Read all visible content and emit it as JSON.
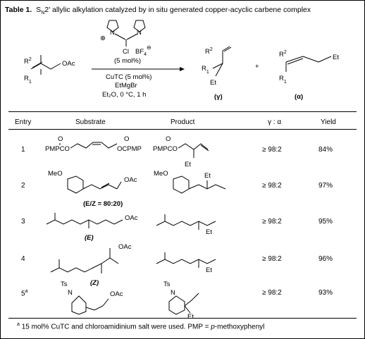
{
  "title": {
    "label": "Table 1",
    "text": "S",
    "sub": "N",
    "rest": "2' allylic alkylation catalyzed by in situ generated copper-acyclic carbene complex"
  },
  "scheme": {
    "reagent_mol": "(5 mol%)",
    "reagent_cl": "Cl",
    "reagent_bf4": "BF",
    "cond1": "CuTC (5 mol%)",
    "cond2": "EtMgBr",
    "cond3": "Et₂O, 0 °C, 1 h",
    "substrate_r2": "R",
    "substrate_r1": "R",
    "substrate_oac": "OAc",
    "gamma_label": "(γ)",
    "alpha_label": "(α)",
    "plus": "+",
    "et": "Et",
    "r2": "R",
    "r1": "R"
  },
  "table": {
    "headers": {
      "entry": "Entry",
      "substrate": "Substrate",
      "product": "Product",
      "ratio": "γ : α",
      "yield": "Yield"
    },
    "rows": [
      {
        "entry": "1",
        "ratio": "≥ 98:2",
        "yield": "84%",
        "sub_left": "PMPCO",
        "sub_right": "OCPMP",
        "prod": "PMPCO",
        "prod_et": "Et"
      },
      {
        "entry": "2",
        "ratio": "≥ 98:2",
        "yield": "97%",
        "sub_meo": "MeO",
        "sub_oac": "OAc",
        "sub_ez": "(E/Z = 80:20)",
        "prod_meo": "MeO",
        "prod_et": "Et"
      },
      {
        "entry": "3",
        "ratio": "≥ 98:2",
        "yield": "95%",
        "sub_oac": "OAc",
        "sub_tag": "(E)",
        "prod_et": "Et"
      },
      {
        "entry": "4",
        "ratio": "≥ 98:2",
        "yield": "96%",
        "sub_oac": "OAc",
        "sub_tag": "(Z)",
        "prod_et": "Et"
      },
      {
        "entry": "5",
        "entry_sup": "a",
        "ratio": "≥ 98:2",
        "yield": "93%",
        "sub_ts": "Ts",
        "sub_n": "N",
        "sub_oac": "OAc",
        "prod_ts": "Ts",
        "prod_n": "N",
        "prod_et": "Et"
      }
    ]
  },
  "footnote": {
    "sup": "a",
    "text": "15 mol% CuTC and chloroamidinium salt were used. PMP = ",
    "italic": "p",
    "end": "-methoxyphenyl"
  }
}
